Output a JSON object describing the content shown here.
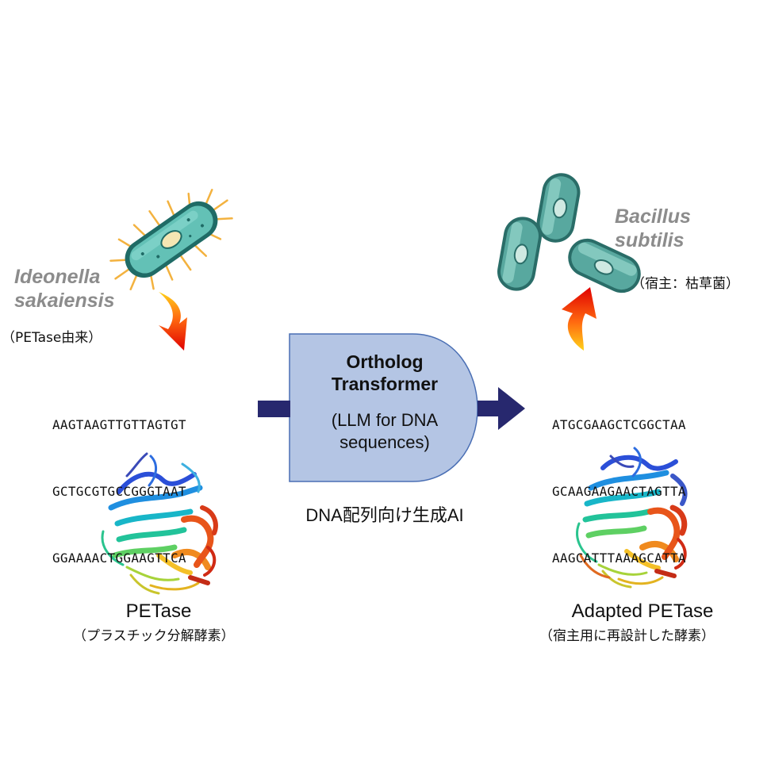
{
  "left": {
    "species_line1": "Ideonella",
    "species_line2": "sakaiensis",
    "origin_note": "（PETase由来）",
    "sequence_lines": [
      "AAGTAAGTTGTTAGTGT",
      "GCTGCGTGCCGGGTAAT",
      "GGAAAACTGGAAGTTCA"
    ],
    "protein_caption": "PETase",
    "protein_note": "（プラスチック分解酵素）"
  },
  "center": {
    "title_line1": "Ortholog",
    "title_line2": "Transformer",
    "sub_line1": "(LLM for DNA",
    "sub_line2": "sequences)",
    "note": "DNA配列向け生成AI",
    "box_fill": "#b4c5e4",
    "arrow_color": "#27286e"
  },
  "right": {
    "species_line1": "Bacillus",
    "species_line2": "subtilis",
    "host_note": "（宿主：枯草菌）",
    "sequence_lines": [
      "ATGCGAAGCTCGGCTAA",
      "GCAAGAAGAACTAGTTA",
      "AAGCATTTAAAGCATTA"
    ],
    "protein_caption": "Adapted PETase",
    "protein_note": "（宿主用に再設計した酵素）"
  }
}
